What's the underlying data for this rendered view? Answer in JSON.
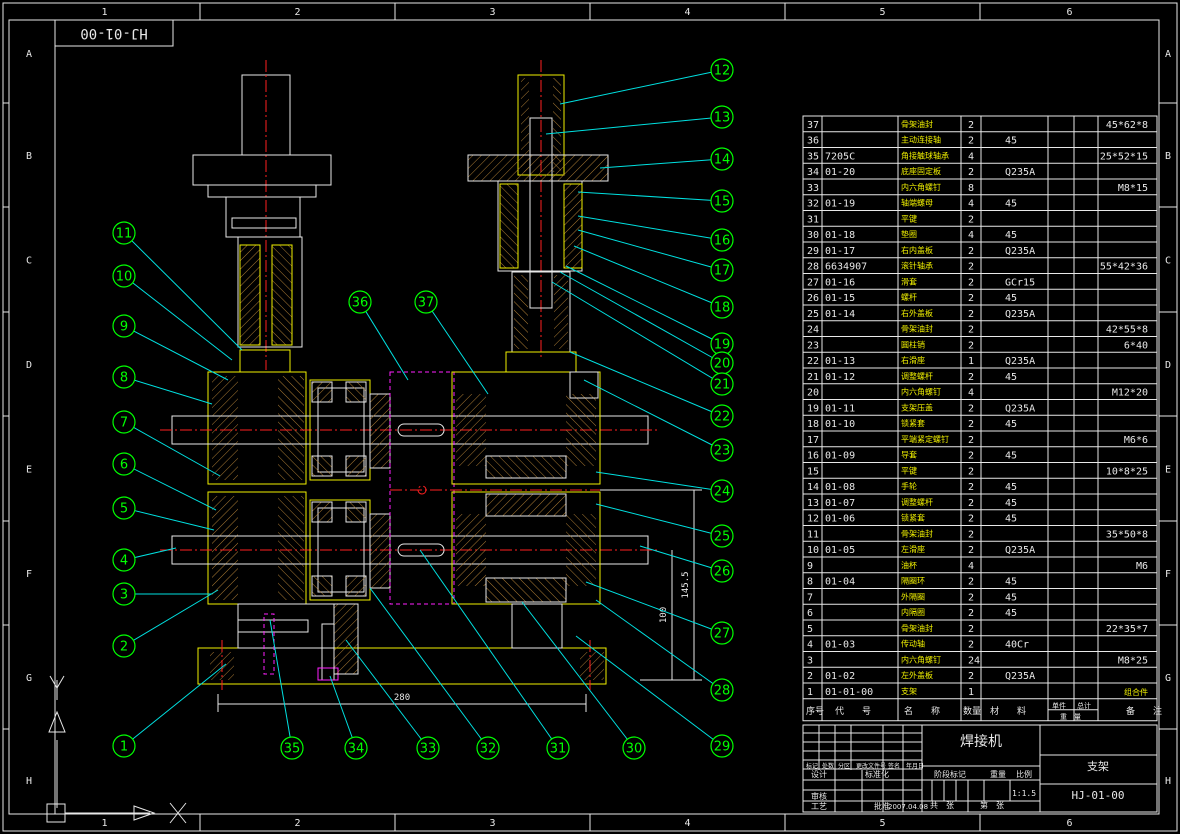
{
  "drawing": {
    "code_rotated": "HJ-01-00",
    "scale": "1:1.5",
    "machine_name": "焊接机",
    "assembly_name": "支架",
    "drawing_code": "HJ-01-00"
  },
  "zones": {
    "columns": [
      "1",
      "2",
      "3",
      "4",
      "5",
      "6"
    ],
    "rows": [
      "A",
      "B",
      "C",
      "D",
      "E",
      "F",
      "G",
      "H"
    ]
  },
  "dimensions": {
    "width": "280",
    "height_outer": "145.5",
    "height_inner": "100"
  },
  "balloons": [
    "1",
    "2",
    "3",
    "4",
    "5",
    "6",
    "7",
    "8",
    "9",
    "10",
    "11",
    "12",
    "13",
    "14",
    "15",
    "16",
    "17",
    "18",
    "19",
    "20",
    "21",
    "22",
    "23",
    "24",
    "25",
    "26",
    "27",
    "28",
    "29",
    "30",
    "31",
    "32",
    "33",
    "34",
    "35",
    "36",
    "37"
  ],
  "bom": {
    "header": {
      "seq": "序号",
      "code": "代　　号",
      "name": "名　　称",
      "qty": "数量",
      "material": "材　　料",
      "unit_weight": "单件",
      "total_weight": "总计",
      "weight": "重　量",
      "remark": "备　　注"
    },
    "rows": [
      {
        "seq": "37",
        "code": "",
        "name": "骨架油封",
        "qty": "2",
        "material": "",
        "remark": "45*62*8"
      },
      {
        "seq": "36",
        "code": "",
        "name": "主动连接轴",
        "qty": "2",
        "material": "45",
        "remark": ""
      },
      {
        "seq": "35",
        "code": "7205C",
        "name": "角接触球轴承",
        "qty": "4",
        "material": "",
        "remark": "25*52*15"
      },
      {
        "seq": "34",
        "code": "01-20",
        "name": "底座固定板",
        "qty": "2",
        "material": "Q235A",
        "remark": ""
      },
      {
        "seq": "33",
        "code": "",
        "name": "内六角螺钉",
        "qty": "8",
        "material": "",
        "remark": "M8*15"
      },
      {
        "seq": "32",
        "code": "01-19",
        "name": "轴端螺母",
        "qty": "4",
        "material": "45",
        "remark": ""
      },
      {
        "seq": "31",
        "code": "",
        "name": "平键",
        "qty": "2",
        "material": "",
        "remark": ""
      },
      {
        "seq": "30",
        "code": "01-18",
        "name": "垫圈",
        "qty": "4",
        "material": "45",
        "remark": ""
      },
      {
        "seq": "29",
        "code": "01-17",
        "name": "右内盖板",
        "qty": "2",
        "material": "Q235A",
        "remark": ""
      },
      {
        "seq": "28",
        "code": "6634907",
        "name": "滚针轴承",
        "qty": "2",
        "material": "",
        "remark": "55*42*36"
      },
      {
        "seq": "27",
        "code": "01-16",
        "name": "滑套",
        "qty": "2",
        "material": "GCr15",
        "remark": ""
      },
      {
        "seq": "26",
        "code": "01-15",
        "name": "螺杆",
        "qty": "2",
        "material": "45",
        "remark": ""
      },
      {
        "seq": "25",
        "code": "01-14",
        "name": "右外盖板",
        "qty": "2",
        "material": "Q235A",
        "remark": ""
      },
      {
        "seq": "24",
        "code": "",
        "name": "骨架油封",
        "qty": "2",
        "material": "",
        "remark": "42*55*8"
      },
      {
        "seq": "23",
        "code": "",
        "name": "圆柱销",
        "qty": "2",
        "material": "",
        "remark": "6*40"
      },
      {
        "seq": "22",
        "code": "01-13",
        "name": "右滑座",
        "qty": "1",
        "material": "Q235A",
        "remark": ""
      },
      {
        "seq": "21",
        "code": "01-12",
        "name": "调整螺杆",
        "qty": "2",
        "material": "45",
        "remark": ""
      },
      {
        "seq": "20",
        "code": "",
        "name": "内六角螺钉",
        "qty": "4",
        "material": "",
        "remark": "M12*20"
      },
      {
        "seq": "19",
        "code": "01-11",
        "name": "支架压盖",
        "qty": "2",
        "material": "Q235A",
        "remark": ""
      },
      {
        "seq": "18",
        "code": "01-10",
        "name": "锁紧套",
        "qty": "2",
        "material": "45",
        "remark": ""
      },
      {
        "seq": "17",
        "code": "",
        "name": "平端紧定螺钉",
        "qty": "2",
        "material": "",
        "remark": "M6*6"
      },
      {
        "seq": "16",
        "code": "01-09",
        "name": "导套",
        "qty": "2",
        "material": "45",
        "remark": ""
      },
      {
        "seq": "15",
        "code": "",
        "name": "平键",
        "qty": "2",
        "material": "",
        "remark": "10*8*25"
      },
      {
        "seq": "14",
        "code": "01-08",
        "name": "手轮",
        "qty": "2",
        "material": "45",
        "remark": ""
      },
      {
        "seq": "13",
        "code": "01-07",
        "name": "调整螺杆",
        "qty": "2",
        "material": "45",
        "remark": ""
      },
      {
        "seq": "12",
        "code": "01-06",
        "name": "锁紧套",
        "qty": "2",
        "material": "45",
        "remark": ""
      },
      {
        "seq": "11",
        "code": "",
        "name": "骨架油封",
        "qty": "2",
        "material": "",
        "remark": "35*50*8"
      },
      {
        "seq": "10",
        "code": "01-05",
        "name": "左滑座",
        "qty": "2",
        "material": "Q235A",
        "remark": ""
      },
      {
        "seq": "9",
        "code": "",
        "name": "油杯",
        "qty": "4",
        "material": "",
        "remark": "M6"
      },
      {
        "seq": "8",
        "code": "01-04",
        "name": "隔圈环",
        "qty": "2",
        "material": "45",
        "remark": ""
      },
      {
        "seq": "7",
        "code": "",
        "name": "外隔圈",
        "qty": "2",
        "material": "45",
        "remark": ""
      },
      {
        "seq": "6",
        "code": "",
        "name": "内隔圈",
        "qty": "2",
        "material": "45",
        "remark": ""
      },
      {
        "seq": "5",
        "code": "",
        "name": "骨架油封",
        "qty": "2",
        "material": "",
        "remark": "22*35*7"
      },
      {
        "seq": "4",
        "code": "01-03",
        "name": "传动轴",
        "qty": "2",
        "material": "40Cr",
        "remark": ""
      },
      {
        "seq": "3",
        "code": "",
        "name": "内六角螺钉",
        "qty": "24",
        "material": "",
        "remark": "M8*25"
      },
      {
        "seq": "2",
        "code": "01-02",
        "name": "左外盖板",
        "qty": "2",
        "material": "Q235A",
        "remark": ""
      },
      {
        "seq": "1",
        "code": "01-01-00",
        "name": "支架",
        "qty": "1",
        "material": "",
        "remark": "组合件"
      }
    ]
  },
  "title_block": {
    "labels": {
      "designer": "设计",
      "standard": "标准化",
      "check": "审核",
      "process": "工艺",
      "approve": "批准",
      "stage_mark": "阶段标记",
      "weight": "重量",
      "ratio": "比例",
      "sheet_total": "共　张",
      "sheet_no": "第　张",
      "mark": "标记",
      "count": "处数",
      "division": "分区",
      "change_doc": "更改文件号",
      "signature": "签名",
      "date": "年月日",
      "date_value": "2007.04.08"
    }
  },
  "colors": {
    "outline": "#e8e8e8",
    "part_yellow": "#f0f000",
    "center_red": "#ff2020",
    "leader_cyan": "#00e0e0",
    "balloon_green": "#00ff00",
    "hidden_magenta": "#ff20ff",
    "hatch_brown": "#c08a3a"
  }
}
